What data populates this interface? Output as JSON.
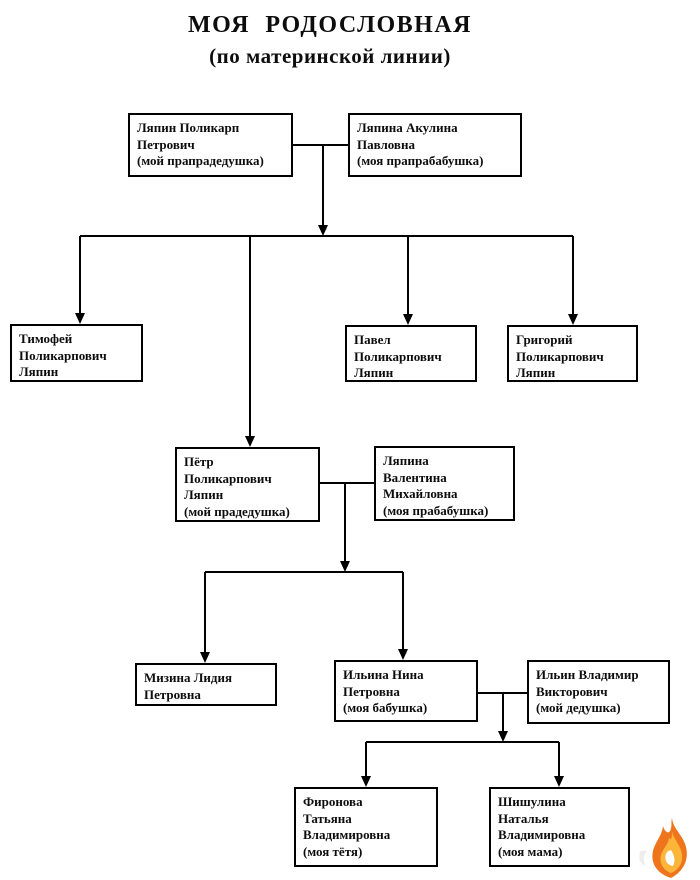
{
  "title": {
    "line1": "МОЯ  РОДОСЛОВНАЯ",
    "line2": "(по материнской линии)"
  },
  "persons": [
    {
      "id": "great-great-grandfather",
      "text": "Ляпин Поликарп\nПетрович\n(мой прапрадедушка)"
    },
    {
      "id": "great-great-grandmother",
      "text": "Ляпина Акулина\nПавловна\n(моя прапрабабушка)"
    },
    {
      "id": "timofey",
      "text": "Тимофей\nПоликарпович\nЛяпин"
    },
    {
      "id": "pavel",
      "text": "Павел\nПоликарпович\nЛяпин"
    },
    {
      "id": "grigory",
      "text": "Григорий\nПоликарпович\nЛяпин"
    },
    {
      "id": "great-grandfather",
      "text": "Пётр\nПоликарпович\nЛяпин\n(мой прадедушка)"
    },
    {
      "id": "great-grandmother",
      "text": "Ляпина\nВалентина\nМихайловна\n(моя прабабушка)"
    },
    {
      "id": "mizina",
      "text": "Мизина Лидия\nПетровна"
    },
    {
      "id": "grandmother",
      "text": "Ильина Нина\nПетровна\n(моя бабушка)"
    },
    {
      "id": "grandfather",
      "text": "Ильин Владимир\nВикторович\n(мой дедушка)"
    },
    {
      "id": "aunt",
      "text": "Фиронова\nТатьяна\nВладимировна\n(моя тётя)"
    },
    {
      "id": "mother",
      "text": "Шишулина\nНаталья\nВладимировна\n(моя мама)"
    }
  ],
  "icons": {
    "flame_logo": "flame-logo"
  },
  "colors": {
    "background": "#ffffff",
    "line": "#000000",
    "box_border": "#000000",
    "text": "#0d0d0d",
    "flame_primary": "#ee751b",
    "flame_secondary": "#fcb53b",
    "flame_core": "#ffffff"
  }
}
